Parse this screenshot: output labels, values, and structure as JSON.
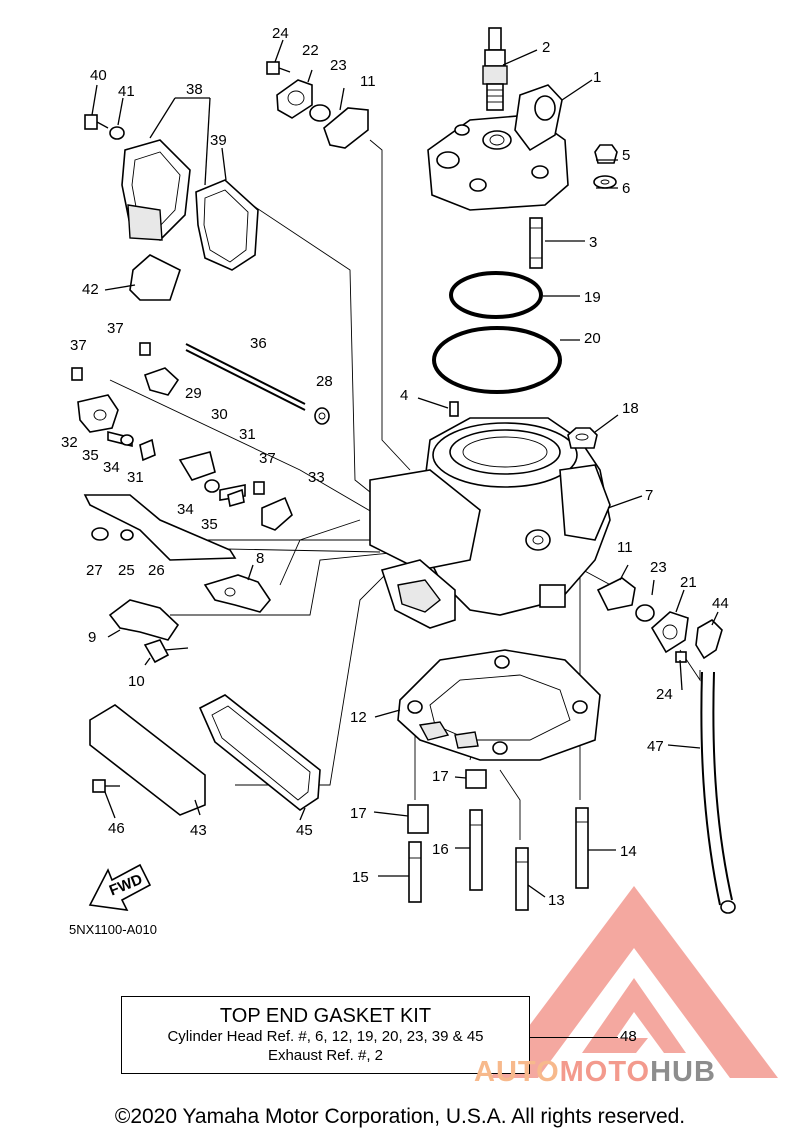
{
  "diagram": {
    "callouts": [
      {
        "id": "c1",
        "label": "1"
      },
      {
        "id": "c2",
        "label": "2"
      },
      {
        "id": "c3",
        "label": "3"
      },
      {
        "id": "c4",
        "label": "4"
      },
      {
        "id": "c5",
        "label": "5"
      },
      {
        "id": "c6",
        "label": "6"
      },
      {
        "id": "c7",
        "label": "7"
      },
      {
        "id": "c8",
        "label": "8"
      },
      {
        "id": "c9",
        "label": "9"
      },
      {
        "id": "c10",
        "label": "10"
      },
      {
        "id": "c11a",
        "label": "11"
      },
      {
        "id": "c11b",
        "label": "11"
      },
      {
        "id": "c12",
        "label": "12"
      },
      {
        "id": "c13",
        "label": "13"
      },
      {
        "id": "c14",
        "label": "14"
      },
      {
        "id": "c15",
        "label": "15"
      },
      {
        "id": "c16",
        "label": "16"
      },
      {
        "id": "c17a",
        "label": "17"
      },
      {
        "id": "c17b",
        "label": "17"
      },
      {
        "id": "c18",
        "label": "18"
      },
      {
        "id": "c19",
        "label": "19"
      },
      {
        "id": "c20",
        "label": "20"
      },
      {
        "id": "c21",
        "label": "21"
      },
      {
        "id": "c22",
        "label": "22"
      },
      {
        "id": "c23a",
        "label": "23"
      },
      {
        "id": "c23b",
        "label": "23"
      },
      {
        "id": "c24a",
        "label": "24"
      },
      {
        "id": "c24b",
        "label": "24"
      },
      {
        "id": "c25",
        "label": "25"
      },
      {
        "id": "c26",
        "label": "26"
      },
      {
        "id": "c27",
        "label": "27"
      },
      {
        "id": "c28",
        "label": "28"
      },
      {
        "id": "c29",
        "label": "29"
      },
      {
        "id": "c30",
        "label": "30"
      },
      {
        "id": "c31a",
        "label": "31"
      },
      {
        "id": "c31b",
        "label": "31"
      },
      {
        "id": "c32",
        "label": "32"
      },
      {
        "id": "c33",
        "label": "33"
      },
      {
        "id": "c34a",
        "label": "34"
      },
      {
        "id": "c34b",
        "label": "34"
      },
      {
        "id": "c35a",
        "label": "35"
      },
      {
        "id": "c35b",
        "label": "35"
      },
      {
        "id": "c36",
        "label": "36"
      },
      {
        "id": "c37a",
        "label": "37"
      },
      {
        "id": "c37b",
        "label": "37"
      },
      {
        "id": "c37c",
        "label": "37"
      },
      {
        "id": "c38",
        "label": "38"
      },
      {
        "id": "c39",
        "label": "39"
      },
      {
        "id": "c40",
        "label": "40"
      },
      {
        "id": "c41",
        "label": "41"
      },
      {
        "id": "c42",
        "label": "42"
      },
      {
        "id": "c43",
        "label": "43"
      },
      {
        "id": "c44",
        "label": "44"
      },
      {
        "id": "c45",
        "label": "45"
      },
      {
        "id": "c46",
        "label": "46"
      },
      {
        "id": "c47",
        "label": "47"
      }
    ],
    "fwd_label": "FWD",
    "drawing_code": "5NX1100-A010"
  },
  "kit": {
    "title": "TOP END GASKET KIT",
    "line1": "Cylinder Head Ref. #, 6, 12, 19, 20, 23, 39 & 45",
    "line2": "Exhaust Ref. #, 2",
    "ref": "48"
  },
  "watermark": {
    "part1": "AUTO",
    "part2": "MOTO",
    "part3": "HUB",
    "colors": {
      "auto": "#f7b98c",
      "moto": "#f39a8d",
      "hub": "#8d8d8d",
      "triangle": "#f08b80"
    }
  },
  "footer": {
    "copyright": "©2020 Yamaha Motor Corporation, U.S.A. All rights reserved."
  }
}
